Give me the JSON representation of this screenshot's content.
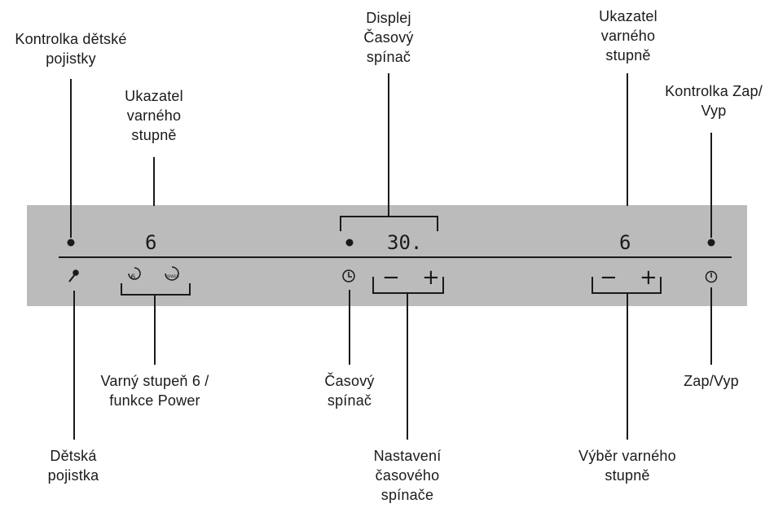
{
  "labels": {
    "child_lock_indicator": "Kontrolka dětské\npojistky",
    "heat_level_indicator_left": "Ukazatel\nvarného\nstupně",
    "display_timer": "Displej\nČasový\nspínač",
    "heat_level_indicator_right": "Ukazatel\nvarného\nstupně",
    "on_off_indicator": "Kontrolka Zap/\nVyp",
    "boost_level": "Varný stupeň 6 /\nfunkce Power",
    "timer": "Časový\nspínač",
    "on_off": "Zap/Vyp",
    "child_lock": "Dětská\npojistka",
    "timer_setting": "Nastavení\nčasového\nspínače",
    "heat_level_select": "Výběr varného\nstupně"
  },
  "panel": {
    "left_level_digit": "6",
    "timer_digits": "30.",
    "right_level_digit": "6",
    "minus_glyph": "−",
    "plus_glyph": "+",
    "level6_button_glyph": "6",
    "power_button_glyph": "POWER",
    "panel_color": "#bbbbbb"
  },
  "icons": [
    "key-icon",
    "level-6-icon",
    "power-boost-icon",
    "clock-icon",
    "minus-icon",
    "plus-icon",
    "power-icon"
  ]
}
